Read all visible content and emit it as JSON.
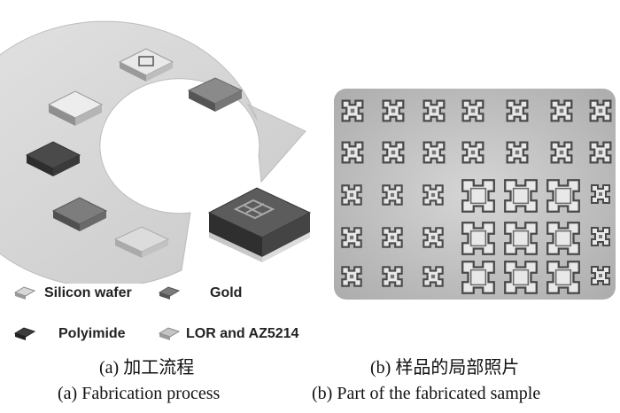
{
  "panel_a": {
    "caption_cn": "(a) 加工流程",
    "caption_en": "(a) Fabrication process",
    "legend": [
      {
        "label": "Silicon wafer",
        "color": "#d7d7d7"
      },
      {
        "label": "Gold",
        "color": "#7a7a7a"
      },
      {
        "label": "Polyimide",
        "color": "#3d3d3d"
      },
      {
        "label": "LOR and AZ5214",
        "color": "#c4c4c4"
      }
    ]
  },
  "panel_b": {
    "caption_cn": "(b) 样品的局部照片",
    "caption_en": "(b) Part of the fabricated sample"
  }
}
